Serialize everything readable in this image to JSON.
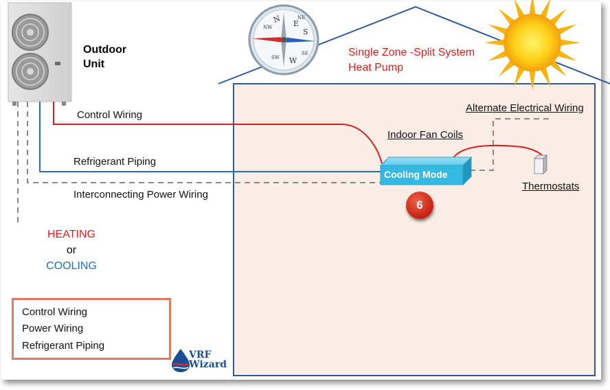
{
  "outdoor_unit": {
    "title_line1": "Outdoor",
    "title_line2": "Unit"
  },
  "system_title": {
    "line1": "Single Zone -Split System",
    "line2": "Heat Pump"
  },
  "labels": {
    "control_wiring": "Control Wiring",
    "refrigerant_piping": "Refrigerant Piping",
    "power_wiring": "Interconnecting Power Wiring",
    "indoor_fan_coils": "Indoor Fan Coils",
    "alternate_wiring": "Alternate Electrical Wiring",
    "thermostats": "Thermostats",
    "cooling_mode": "Cooling Mode"
  },
  "step_badge": "6",
  "mode": {
    "heating": "HEATING",
    "or": "or",
    "cooling": "COOLING"
  },
  "legend": [
    {
      "label": "Control Wiring",
      "style": "solid",
      "color": "#e11b1b"
    },
    {
      "label": "Power Wiring",
      "style": "dashed",
      "color": "#888888"
    },
    {
      "label": "Refrigerant Piping",
      "style": "solid",
      "color": "#1f6fbf"
    }
  ],
  "compass": [
    "N",
    "E",
    "S",
    "W",
    "NE",
    "SE",
    "SW",
    "NW"
  ],
  "logo": {
    "line1": "VRF",
    "line2": "Wizard"
  },
  "colors": {
    "control": "#e11b1b",
    "refrigerant": "#1f6fbf",
    "power": "#888888",
    "house_fill": "#f9ede6",
    "house_outline": "#2e5a9c",
    "legend_border": "#e07a5f",
    "fan_coil": "#34b9e3"
  }
}
